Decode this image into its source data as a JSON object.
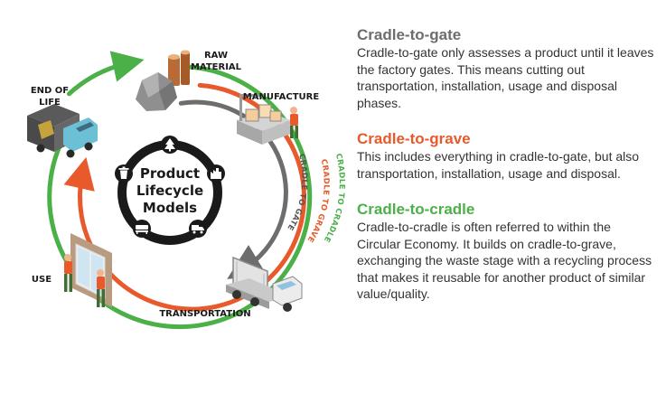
{
  "colors": {
    "gate": "#6d6d6d",
    "grave": "#e8592b",
    "cradle": "#4cb049",
    "ring": "#1a1a1a",
    "body_text": "#333333"
  },
  "diagram": {
    "center": {
      "line1": "Product",
      "line2": "Lifecycle",
      "line3": "Models"
    },
    "stages": {
      "raw_material_line1": "RAW",
      "raw_material_line2": "MATERIAL",
      "manufacture": "MANUFACTURE",
      "transportation": "TRANSPORTATION",
      "use": "USE",
      "end_of_life_line1": "END OF",
      "end_of_life_line2": "LIFE"
    },
    "arc_labels": {
      "gate": "CRADLE TO GATE",
      "grave": "CRADLE TO GRAVE",
      "cradle": "CRADLE TO CRADLE"
    },
    "ring_icons": [
      "tree-icon",
      "factory-icon",
      "truck-icon",
      "sofa-icon",
      "trash-icon"
    ]
  },
  "sections": [
    {
      "title": "Cradle-to-gate",
      "color": "#6d6d6d",
      "body": "Cradle-to-gate only assesses a product until it leaves the factory gates. This means cutting out transportation, installation, usage and disposal phases."
    },
    {
      "title": "Cradle-to-grave",
      "color": "#e8592b",
      "body": "This includes everything in cradle-to-gate, but also transportation, installation, usage and disposal."
    },
    {
      "title": "Cradle-to-cradle",
      "color": "#4cb049",
      "body": "Cradle-to-cradle is often referred to within the Circular Economy. It builds on cradle-to-grave, exchanging the waste stage with a recycling process that makes it reusable for another product of similar value/quality."
    }
  ]
}
